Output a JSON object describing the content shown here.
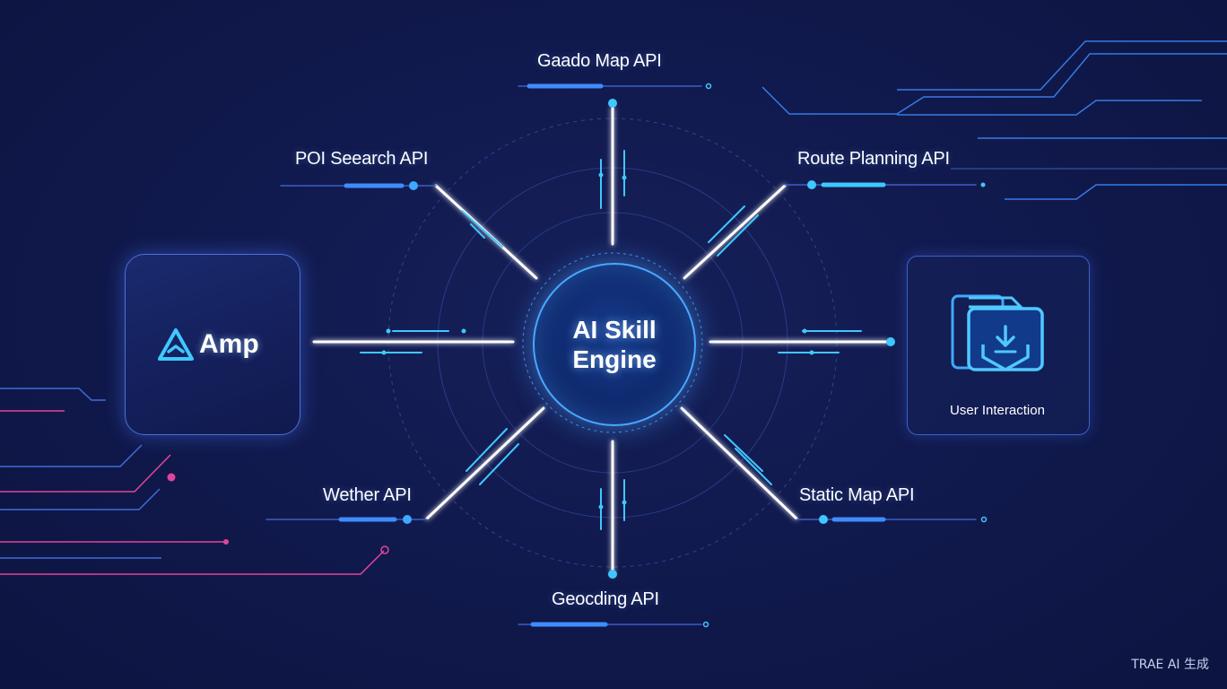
{
  "engine": {
    "title": "AI Skill Engine"
  },
  "apis": {
    "top": "Gaado Map API",
    "top_left": "POI Seearch API",
    "top_right": "Route Planning API",
    "bottom_left": "Wether API",
    "bottom_right": "Static Map API",
    "bottom": "Geocding API"
  },
  "amp": {
    "name": "Amp",
    "icon": "amp-logo-icon"
  },
  "user_card": {
    "label": "User Interaction",
    "icon": "user-interaction-icon"
  },
  "watermark": "TRAE AI 生成",
  "colors": {
    "background": "#111a4e",
    "accent_cyan": "#3fc8ff",
    "accent_blue": "#2f7cf0",
    "accent_pink": "#e0459a",
    "text": "#ffffff"
  }
}
